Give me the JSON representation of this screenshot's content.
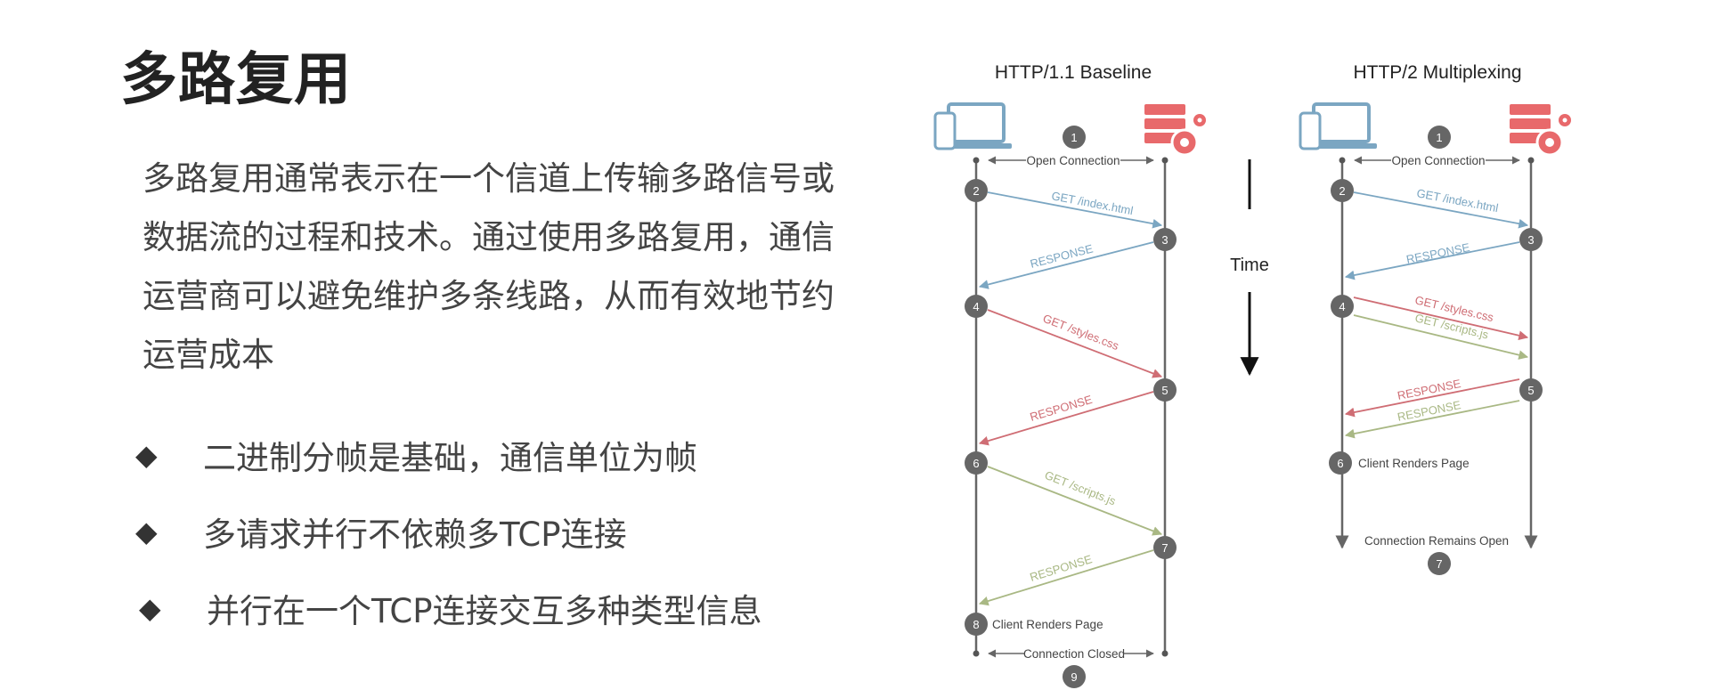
{
  "title": "多路复用",
  "paragraph": "多路复用通常表示在一个信道上传输多路信号或数据流的过程和技术。通过使用多路复用，通信运营商可以避免维护多条线路，从而有效地节约运营成本",
  "bullets": [
    {
      "marker": "◆",
      "text": "二进制分帧是基础，通信单位为帧"
    },
    {
      "marker": "◆",
      "text": "多请求并行不依赖多TCP连接"
    },
    {
      "marker": "◆",
      "text": "并行在一个TCP连接交互多种类型信息"
    }
  ],
  "diagram": {
    "left_title": "HTTP/1.1 Baseline",
    "right_title": "HTTP/2 Multiplexing",
    "time_label": "Time",
    "colors": {
      "blue": "#7ba6c2",
      "red": "#cf6d74",
      "green": "#a9b884",
      "gray": "#666666",
      "server": "#e8696b"
    },
    "left": {
      "steps": [
        "1",
        "2",
        "3",
        "4",
        "5",
        "6",
        "7",
        "8",
        "9"
      ],
      "open": "Open Connection",
      "get_index": "GET /index.html",
      "resp1": "RESPONSE",
      "get_styles": "GET /styles.css",
      "resp2": "RESPONSE",
      "get_scripts": "GET /scripts.js",
      "resp3": "RESPONSE",
      "renders": "Client Renders Page",
      "closed": "Connection Closed"
    },
    "right": {
      "steps": [
        "1",
        "2",
        "3",
        "4",
        "5",
        "6",
        "7"
      ],
      "open": "Open Connection",
      "get_index": "GET /index.html",
      "resp1": "RESPONSE",
      "get_styles": "GET /styles.css",
      "get_scripts": "GET /scripts.js",
      "resp_red": "RESPONSE",
      "resp_green": "RESPONSE",
      "renders": "Client Renders Page",
      "remains": "Connection Remains Open"
    }
  }
}
